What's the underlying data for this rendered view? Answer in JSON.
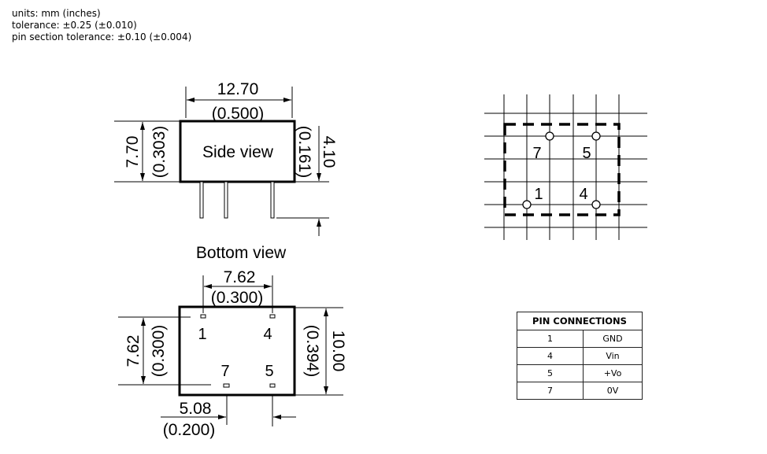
{
  "notes": {
    "units": "units: mm (inches)",
    "tolerance": "tolerance: ±0.25 (±0.010)",
    "pin_tolerance": "pin section tolerance: ±0.10 (±0.004)"
  },
  "side_view": {
    "label": "Side view",
    "width_mm": "12.70",
    "width_in": "(0.500)",
    "height_mm": "7.70",
    "height_in": "(0.303)",
    "pin_mm": "4.10",
    "pin_in": "(0.161)"
  },
  "bottom_view": {
    "title": "Bottom view",
    "pitch_mm": "7.62",
    "pitch_in": "(0.300)",
    "row_mm": "7.62",
    "row_in": "(0.300)",
    "height_mm": "10.00",
    "height_in": "(0.394)",
    "offset_mm": "5.08",
    "offset_in": "(0.200)",
    "pins": [
      "1",
      "4",
      "7",
      "5"
    ]
  },
  "grid_view": {
    "pins": [
      "7",
      "5",
      "1",
      "4"
    ]
  },
  "pin_table": {
    "title": "PIN CONNECTIONS",
    "rows": [
      {
        "pin": "1",
        "fn": "GND"
      },
      {
        "pin": "4",
        "fn": "Vin"
      },
      {
        "pin": "5",
        "fn": "+Vo"
      },
      {
        "pin": "7",
        "fn": "0V"
      }
    ]
  }
}
